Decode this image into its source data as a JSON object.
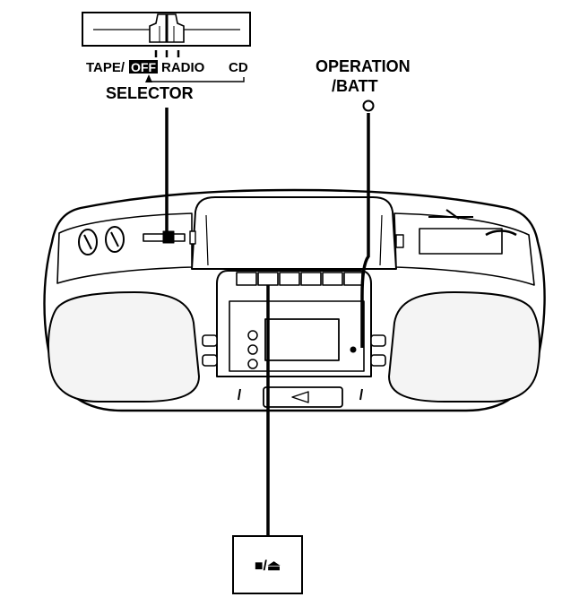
{
  "selector": {
    "positions": [
      "TAPE/",
      "OFF",
      "RADIO",
      "CD"
    ],
    "label": "SELECTOR"
  },
  "operation": {
    "line1": "OPERATION",
    "line2": "/BATT"
  },
  "stop_eject": {
    "label": "■/⏏"
  },
  "colors": {
    "ink": "#000000",
    "paper": "#ffffff",
    "speaker_fill": "#f4f4f4"
  }
}
